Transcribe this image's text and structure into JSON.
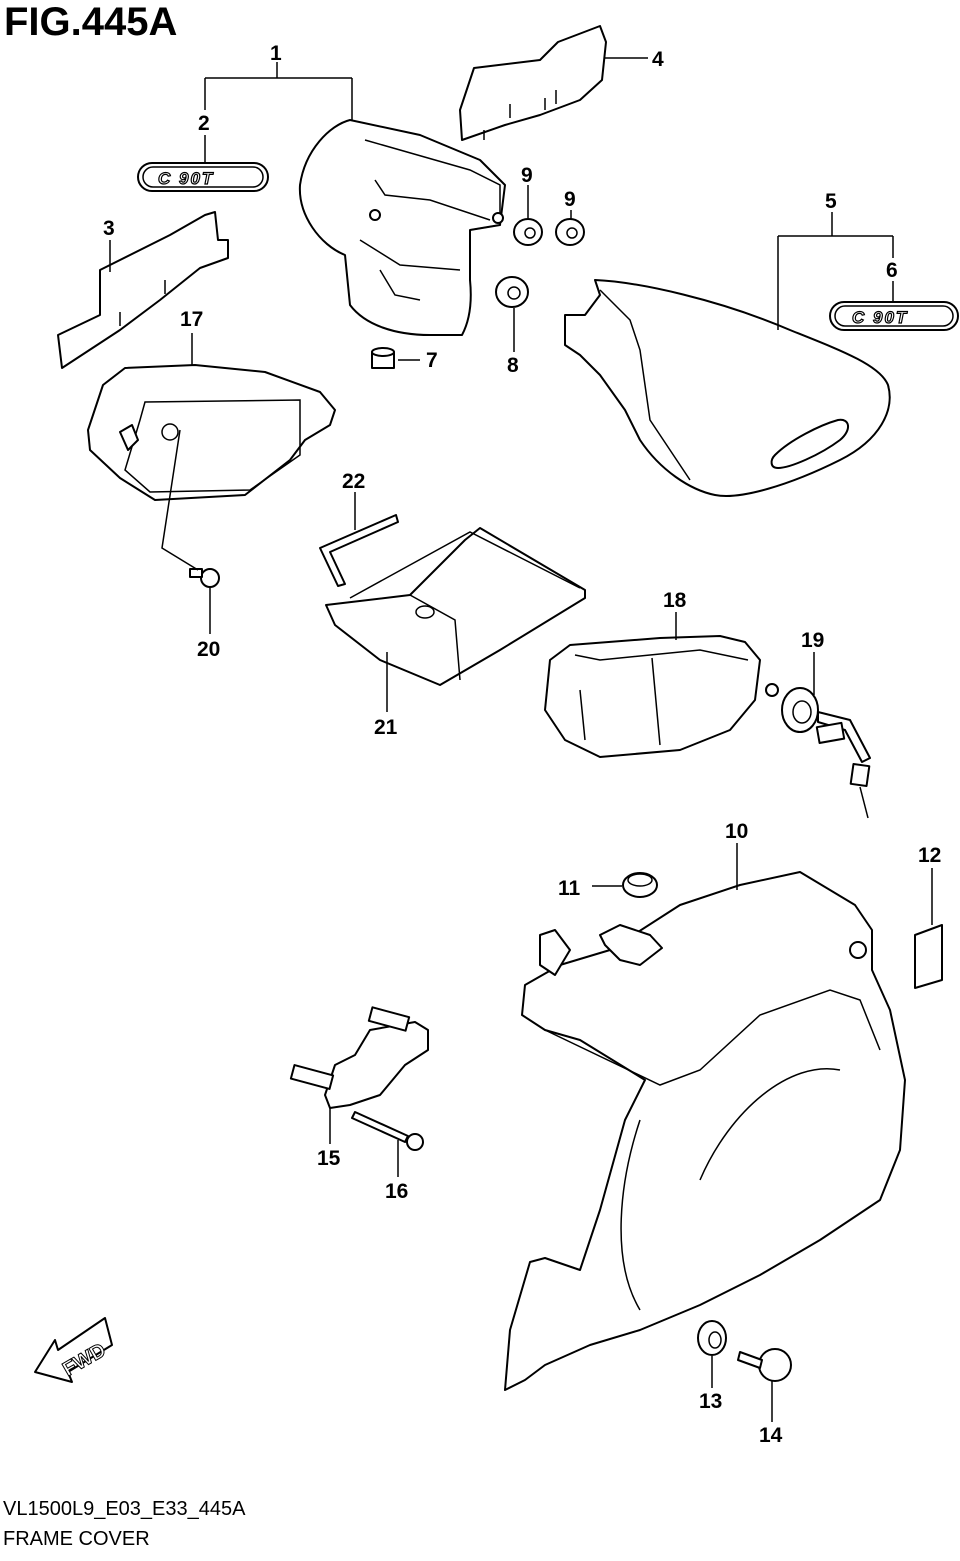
{
  "figure": {
    "title": "FIG.445A",
    "code": "VL1500L9_E03_E33_445A",
    "caption": "FRAME COVER"
  },
  "callouts": [
    "1",
    "2",
    "3",
    "4",
    "5",
    "6",
    "7",
    "8",
    "9",
    "9",
    "10",
    "11",
    "12",
    "13",
    "14",
    "15",
    "16",
    "17",
    "18",
    "19",
    "20",
    "21",
    "22"
  ],
  "emblem_text": "C 90T",
  "fwd_text": "FWD",
  "colors": {
    "line": "#000000",
    "paper": "#ffffff"
  }
}
